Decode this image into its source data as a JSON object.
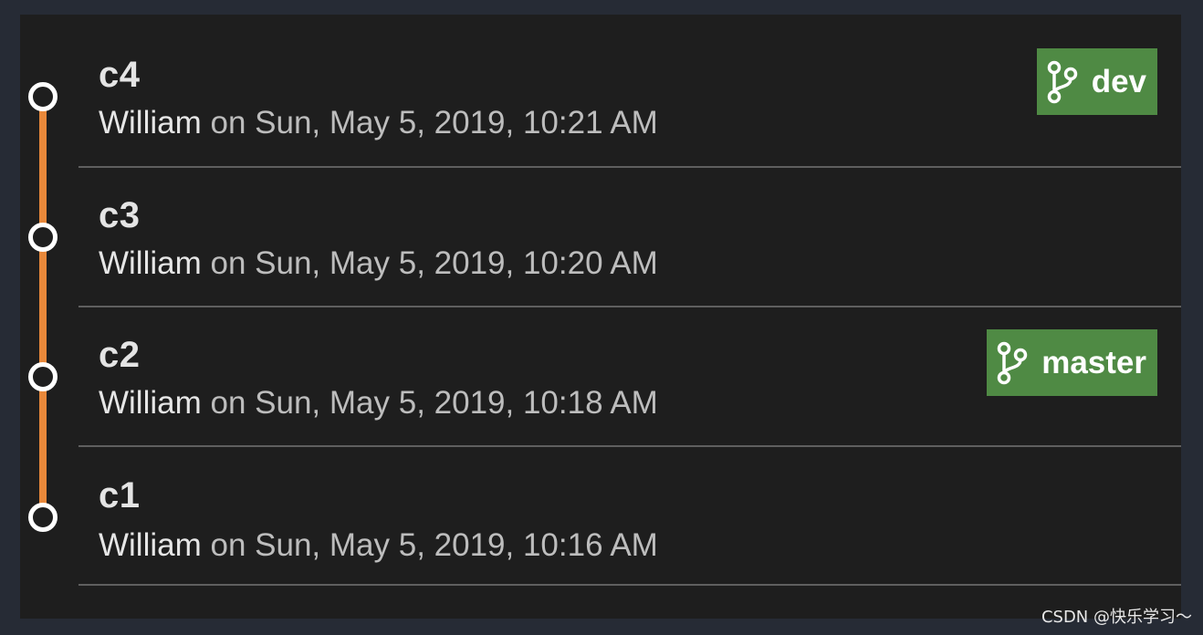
{
  "commits": [
    {
      "message": "c4",
      "author": "William",
      "date": "on Sun, May 5, 2019, 10:21 AM",
      "branch": "dev"
    },
    {
      "message": "c3",
      "author": "William",
      "date": "on Sun, May 5, 2019, 10:20 AM",
      "branch": ""
    },
    {
      "message": "c2",
      "author": "William",
      "date": "on Sun, May 5, 2019, 10:18 AM",
      "branch": "master"
    },
    {
      "message": "c1",
      "author": "William",
      "date": "on Sun, May 5, 2019, 10:16 AM",
      "branch": ""
    }
  ],
  "colors": {
    "graph_line": "#e8883a",
    "branch_tag": "#4f8a44",
    "node_ring": "#ffffff"
  },
  "watermark": "CSDN @快乐学习～"
}
